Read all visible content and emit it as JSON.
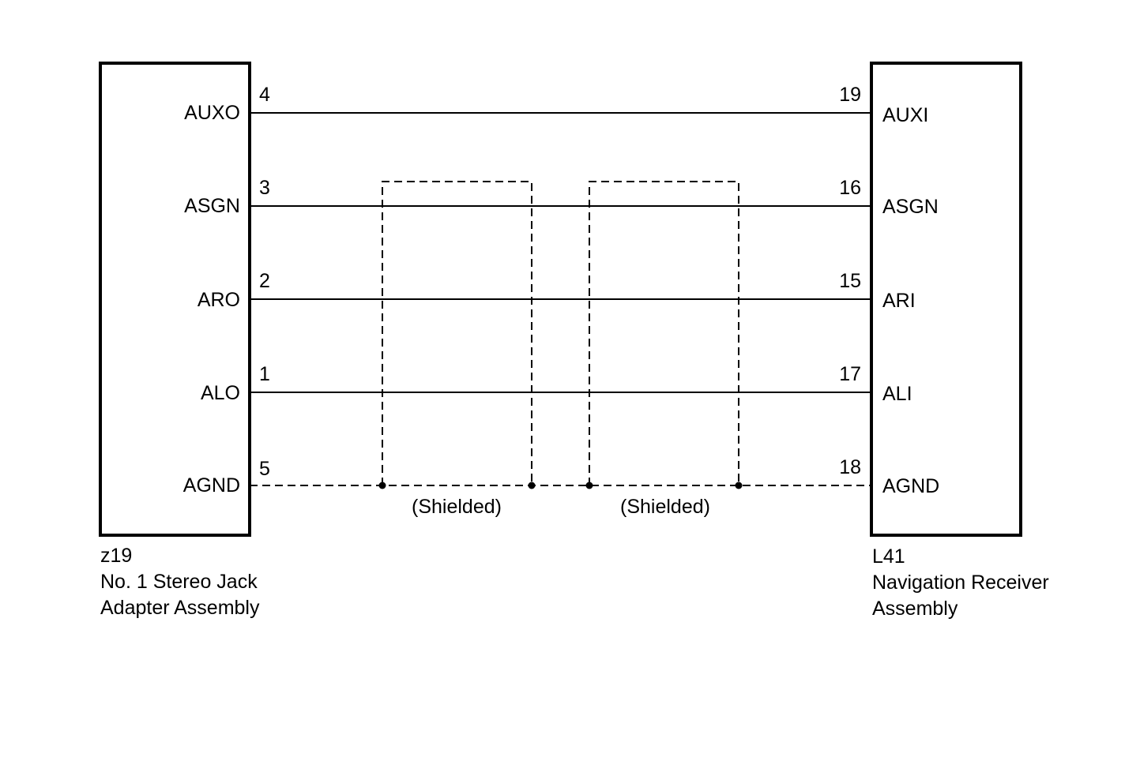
{
  "left_connector": {
    "code": "z19",
    "name_line1": "No. 1 Stereo Jack",
    "name_line2": "Adapter Assembly",
    "terminals": [
      {
        "signal": "AUXO",
        "pin": "4"
      },
      {
        "signal": "ASGN",
        "pin": "3"
      },
      {
        "signal": "ARO",
        "pin": "2"
      },
      {
        "signal": "ALO",
        "pin": "1"
      },
      {
        "signal": "AGND",
        "pin": "5"
      }
    ]
  },
  "right_connector": {
    "code": "L41",
    "name_line1": "Navigation Receiver",
    "name_line2": "Assembly",
    "terminals": [
      {
        "signal": "AUXI",
        "pin": "19"
      },
      {
        "signal": "ASGN",
        "pin": "16"
      },
      {
        "signal": "ARI",
        "pin": "15"
      },
      {
        "signal": "ALI",
        "pin": "17"
      },
      {
        "signal": "AGND",
        "pin": "18"
      }
    ]
  },
  "shields": [
    {
      "label": "(Shielded)"
    },
    {
      "label": "(Shielded)"
    }
  ]
}
